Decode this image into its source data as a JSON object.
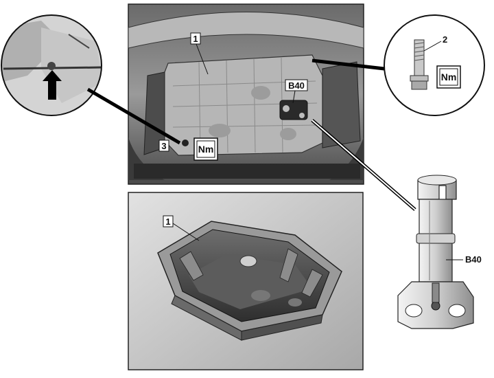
{
  "callouts": {
    "oil_pan_top": "1",
    "oil_pan_bottom": "1",
    "bolt": "2",
    "drain_plug": "3",
    "sensor_top": "B40",
    "sensor_detail": "B40"
  },
  "torque": {
    "bolt_box": "Nm",
    "plug_box": "Nm"
  },
  "icons": [
    "arrow-up-icon"
  ]
}
